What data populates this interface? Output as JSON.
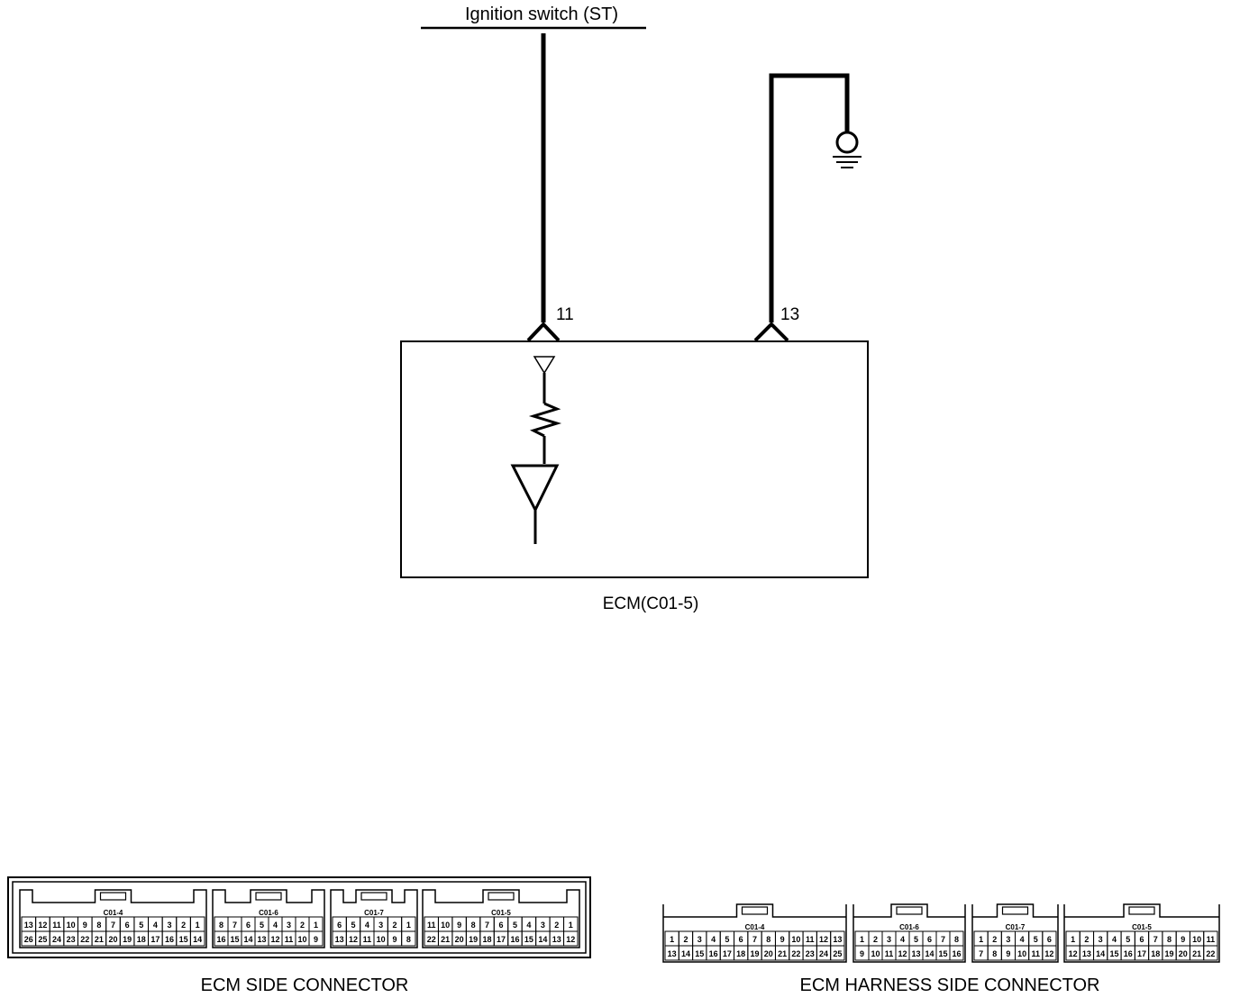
{
  "diagram": {
    "ignition_label": "Ignition switch (ST)",
    "pin_11": "11",
    "pin_13": "13",
    "ecm_label": "ECM(C01-5)",
    "ecm_side_title": "ECM SIDE CONNECTOR",
    "harness_side_title": "ECM HARNESS SIDE CONNECTOR"
  },
  "ecm_side_connectors": [
    {
      "name": "C01-4",
      "top": [
        "13",
        "12",
        "11",
        "10",
        "9",
        "8",
        "7",
        "6",
        "5",
        "4",
        "3",
        "2",
        "1"
      ],
      "bottom": [
        "26",
        "25",
        "24",
        "23",
        "22",
        "21",
        "20",
        "19",
        "18",
        "17",
        "16",
        "15",
        "14"
      ]
    },
    {
      "name": "C01-6",
      "top": [
        "8",
        "7",
        "6",
        "5",
        "4",
        "3",
        "2",
        "1"
      ],
      "bottom": [
        "16",
        "15",
        "14",
        "13",
        "12",
        "11",
        "10",
        "9"
      ]
    },
    {
      "name": "C01-7",
      "top": [
        "6",
        "5",
        "4",
        "3",
        "2",
        "1"
      ],
      "bottom": [
        "13",
        "12",
        "11",
        "10",
        "9",
        "8"
      ]
    },
    {
      "name": "C01-5",
      "top": [
        "11",
        "10",
        "9",
        "8",
        "7",
        "6",
        "5",
        "4",
        "3",
        "2",
        "1"
      ],
      "bottom": [
        "22",
        "21",
        "20",
        "19",
        "18",
        "17",
        "16",
        "15",
        "14",
        "13",
        "12"
      ]
    }
  ],
  "harness_side_connectors": [
    {
      "name": "C01-4",
      "top": [
        "1",
        "2",
        "3",
        "4",
        "5",
        "6",
        "7",
        "8",
        "9",
        "10",
        "11",
        "12",
        "13"
      ],
      "bottom": [
        "13",
        "14",
        "15",
        "16",
        "17",
        "18",
        "19",
        "20",
        "21",
        "22",
        "23",
        "24",
        "25"
      ]
    },
    {
      "name": "C01-6",
      "top": [
        "1",
        "2",
        "3",
        "4",
        "5",
        "6",
        "7",
        "8"
      ],
      "bottom": [
        "9",
        "10",
        "11",
        "12",
        "13",
        "14",
        "15",
        "16"
      ]
    },
    {
      "name": "C01-7",
      "top": [
        "1",
        "2",
        "3",
        "4",
        "5",
        "6"
      ],
      "bottom": [
        "7",
        "8",
        "9",
        "10",
        "11",
        "12"
      ]
    },
    {
      "name": "C01-5",
      "top": [
        "1",
        "2",
        "3",
        "4",
        "5",
        "6",
        "7",
        "8",
        "9",
        "10",
        "11"
      ],
      "bottom": [
        "12",
        "13",
        "14",
        "15",
        "16",
        "17",
        "18",
        "19",
        "20",
        "21",
        "22"
      ]
    }
  ]
}
